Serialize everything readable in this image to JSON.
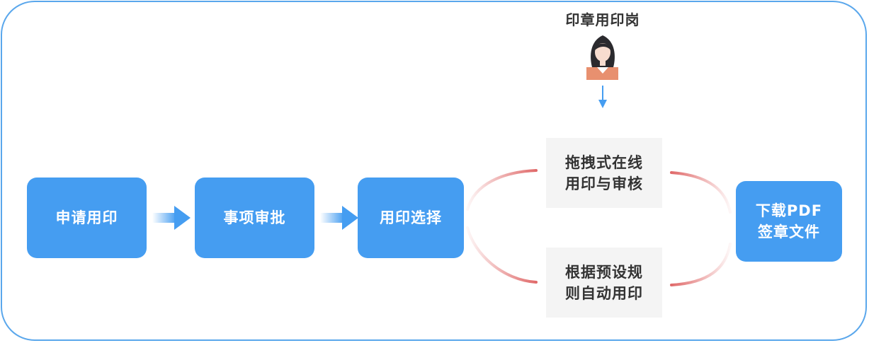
{
  "steps": {
    "apply": "申请用印",
    "approve": "事项审批",
    "select": "用印选择",
    "download_line1": "下载PDF",
    "download_line2": "签章文件"
  },
  "role": {
    "label": "印章用印岗",
    "avatar_icon": "female-user-icon"
  },
  "branches": {
    "manual_line1": "拖拽式在线",
    "manual_line2": "用印与审核",
    "auto_line1": "根据预设规",
    "auto_line2": "则自动用印"
  },
  "colors": {
    "primary": "#459df1",
    "border": "#5aa7ec",
    "curve": "#e06a6a",
    "branch_bg": "#f4f4f4"
  }
}
